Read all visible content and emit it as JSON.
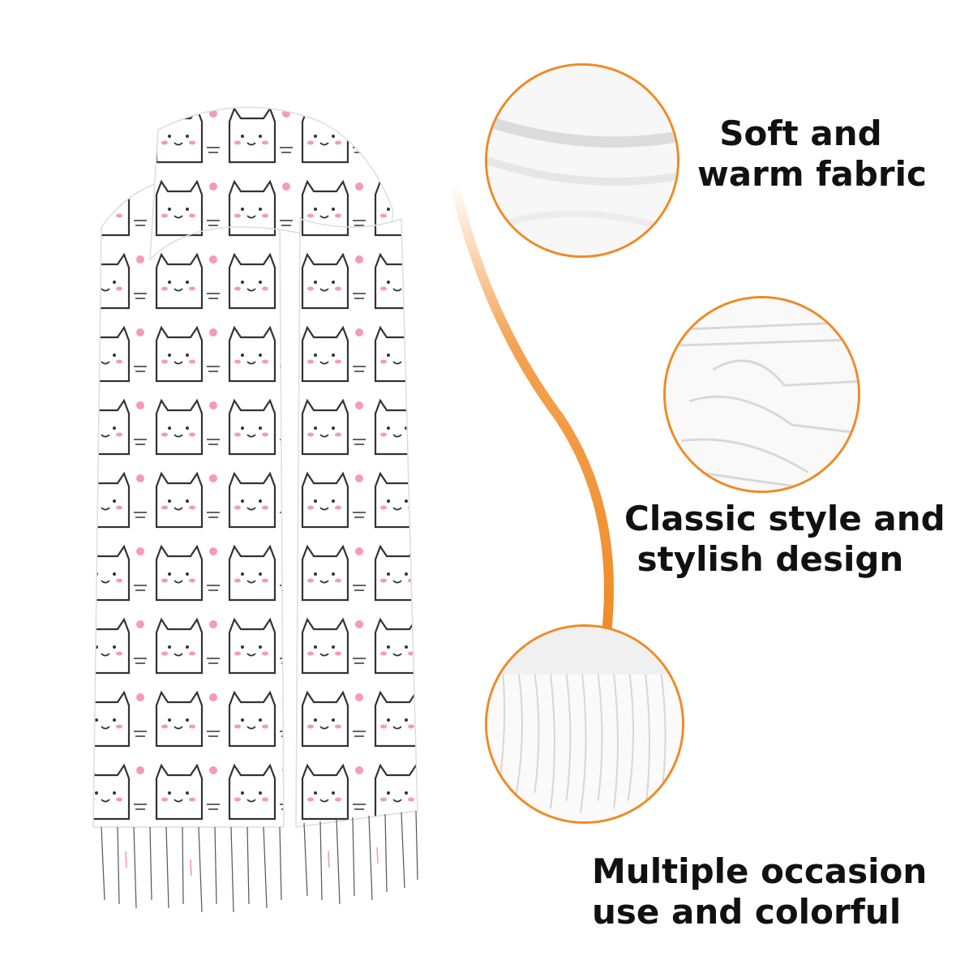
{
  "features": [
    {
      "icon": "fabric-fold-icon",
      "line1": "Soft and",
      "line2": "warm fabric"
    },
    {
      "icon": "folded-scarf-icon",
      "line1": "Classic style and",
      "line2": "stylish design"
    },
    {
      "icon": "fringe-tassel-icon",
      "line1": "Multiple occasion",
      "line2": "use and colorful"
    }
  ],
  "colors": {
    "accent": "#f08a24",
    "pink": "#f59bb5",
    "outline": "#333333"
  }
}
